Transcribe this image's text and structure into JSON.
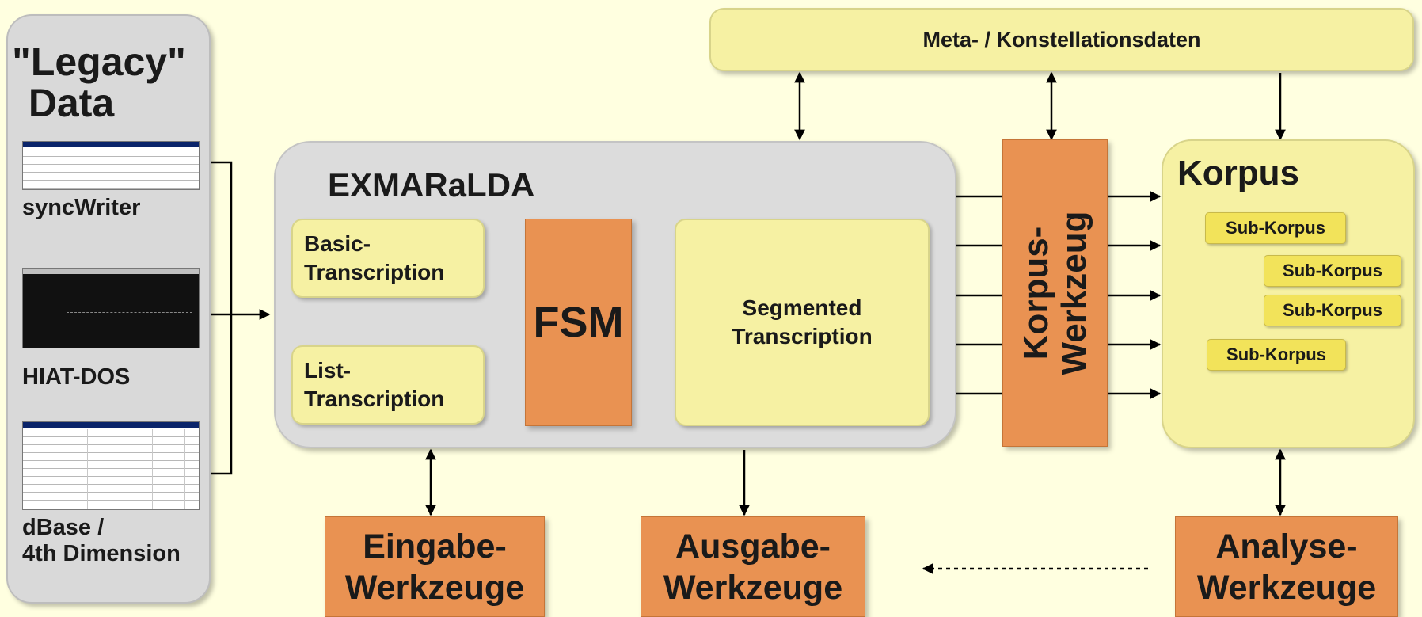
{
  "legacy": {
    "title_line1": "\"Legacy\"",
    "title_line2": "Data",
    "items": [
      {
        "label_line1": "syncWriter",
        "label_line2": ""
      },
      {
        "label_line1": "HIAT-DOS",
        "label_line2": ""
      },
      {
        "label_line1": "dBase /",
        "label_line2": "4th Dimension"
      }
    ]
  },
  "meta": {
    "label": "Meta- / Konstellationsdaten"
  },
  "exmaralda": {
    "title": "EXMARaLDA",
    "basic_line1": "Basic-",
    "basic_line2": "Transcription",
    "list_line1": "List-",
    "list_line2": "Transcription",
    "fsm": "FSM",
    "segmented_line1": "Segmented",
    "segmented_line2": "Transcription"
  },
  "korpus_werkzeug": {
    "line1": "Korpus-",
    "line2": "Werkzeug"
  },
  "korpus": {
    "title": "Korpus",
    "subs": [
      "Sub-Korpus",
      "Sub-Korpus",
      "Sub-Korpus",
      "Sub-Korpus"
    ]
  },
  "tools": {
    "eingabe": {
      "line1": "Eingabe-",
      "line2": "Werkzeuge"
    },
    "ausgabe": {
      "line1": "Ausgabe-",
      "line2": "Werkzeuge"
    },
    "analyse": {
      "line1": "Analyse-",
      "line2": "Werkzeuge"
    }
  },
  "colors": {
    "background": "#FFFFE0",
    "legacy_panel": "#D9D9D9",
    "yellow_box": "#F6F1A3",
    "orange_box": "#E99252",
    "sub_korpus": "#F2E35A"
  }
}
